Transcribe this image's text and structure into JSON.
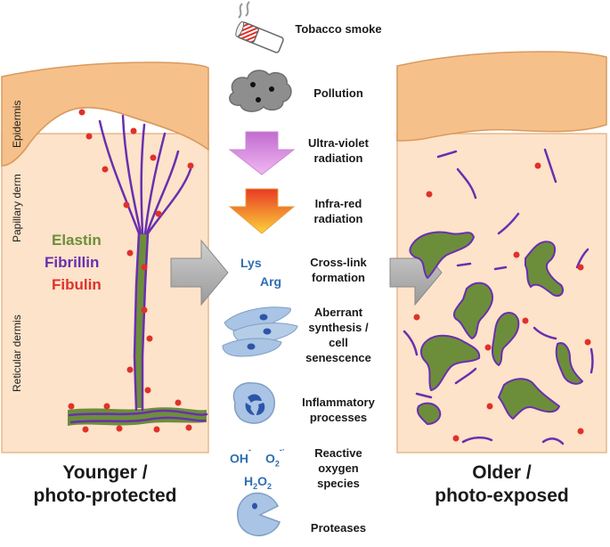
{
  "left_panel": {
    "layers": [
      "Epidermis",
      "Papillary derm",
      "Reticular dermis"
    ],
    "legend": {
      "elastin": "Elastin",
      "fibrillin": "Fibrillin",
      "fibulin": "Fibulin"
    },
    "caption_line1": "Younger /",
    "caption_line2": "photo-protected"
  },
  "right_panel": {
    "caption_line1": "Older /",
    "caption_line2": "photo-exposed"
  },
  "factors": [
    {
      "icon": "cigarette-icon",
      "line1": "Tobacco smoke",
      "line2": "",
      "line3": ""
    },
    {
      "icon": "cloud-icon",
      "line1": "Pollution",
      "line2": "",
      "line3": ""
    },
    {
      "icon": "uv-arrow-icon",
      "line1": "Ultra-violet",
      "line2": "radiation",
      "line3": ""
    },
    {
      "icon": "ir-arrow-icon",
      "line1": "Infra-red",
      "line2": "radiation",
      "line3": ""
    },
    {
      "icon": "lys-arg-icon",
      "line1": "Cross-link",
      "line2": "formation",
      "line3": ""
    },
    {
      "icon": "cells-icon",
      "line1": "Aberrant",
      "line2": "synthesis /",
      "line3": "cell",
      "line4": "senescence"
    },
    {
      "icon": "inflammatory-cell-icon",
      "line1": "Inflammatory",
      "line2": "processes",
      "line3": ""
    },
    {
      "icon": "ros-icon",
      "line1": "Reactive",
      "line2": "oxygen",
      "line3": "species"
    },
    {
      "icon": "pacman-icon",
      "line1": "Proteases",
      "line2": "",
      "line3": ""
    }
  ],
  "chem": {
    "lys": "Lys",
    "arg": "Arg",
    "oh": "OH",
    "o2": "O",
    "h": "H",
    "o": "O",
    "sub2": "2",
    "minus": "-",
    "radical": "-·"
  },
  "colors": {
    "dermis": "#fde3c9",
    "epidermis": "#f6c08a",
    "elastin": "#6c8e3a",
    "fibrillin": "#6a2fb0",
    "fibulin": "#e0312a",
    "arrow_gray": "#b5b5b5",
    "chem_blue": "#2f6fb3"
  }
}
